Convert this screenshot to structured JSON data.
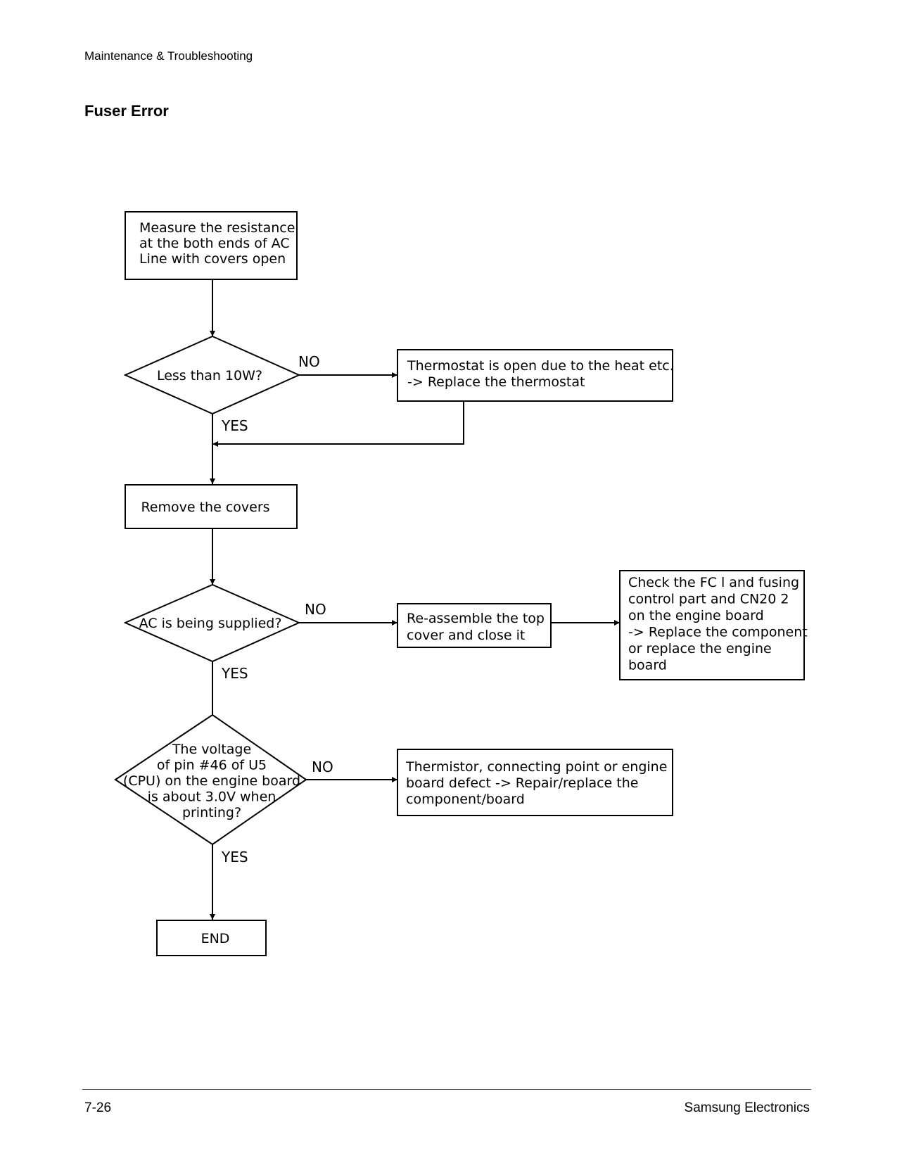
{
  "header": {
    "section": "Maintenance & Troubleshooting"
  },
  "page_title": "Fuser Error",
  "flowchart": {
    "nodes": {
      "measure": [
        "Measure the resistance",
        "at the both ends of AC",
        "Line with covers open"
      ],
      "q_resistance": [
        "Less than 10W?"
      ],
      "thermostat": [
        "Thermostat is open due to the heat etc.",
        "-> Replace the thermostat"
      ],
      "remove_covers": [
        "Remove the covers"
      ],
      "q_ac": [
        "AC is being supplied?"
      ],
      "reassemble": [
        "Re-assemble the top",
        "cover and close it"
      ],
      "check_fc": [
        "Check the FC l and fusing",
        "control part and CN20 2",
        "on the engine board",
        "-> Replace the component",
        "or replace the engine",
        "board"
      ],
      "q_voltage": [
        "The voltage",
        "of pin #46 of U5",
        "(CPU) on the engine board",
        "is about 3.0V when",
        "printing?"
      ],
      "thermistor": [
        "Thermistor, connecting point or engine",
        "board defect -> Repair/replace the",
        "component/board"
      ],
      "end": [
        "END"
      ]
    },
    "labels": {
      "yes": "YES",
      "no": "NO"
    }
  },
  "footer": {
    "page_number": "7-26",
    "company": "Samsung Electronics"
  }
}
